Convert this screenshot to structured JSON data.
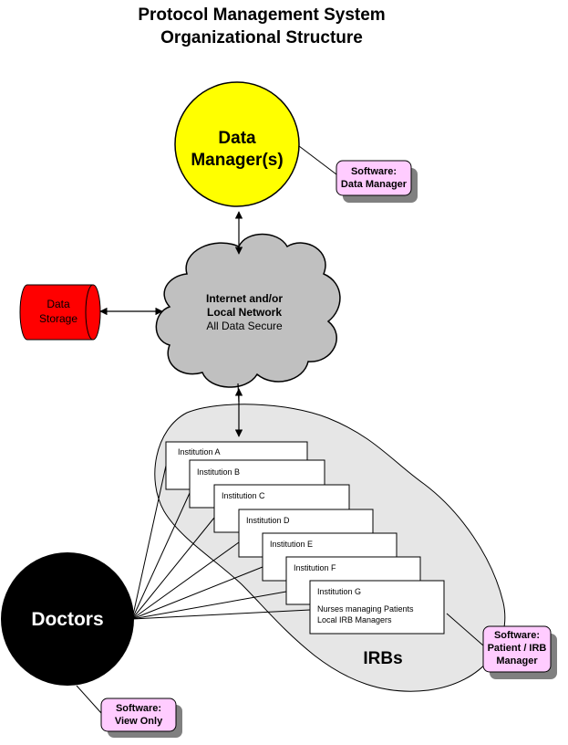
{
  "title": {
    "line1": "Protocol Management System",
    "line2": "Organizational Structure"
  },
  "data_manager": {
    "line1": "Data",
    "line2": "Manager(s)"
  },
  "network": {
    "line1": "Internet and/or",
    "line2": "Local Network",
    "line3": "All Data Secure"
  },
  "storage": {
    "line1": "Data",
    "line2": "Storage"
  },
  "doctors": {
    "label": "Doctors"
  },
  "irbs": {
    "label": "IRBs"
  },
  "institutions": [
    "Institution A",
    "Institution B",
    "Institution C",
    "Institution D",
    "Institution E",
    "Institution F",
    "Institution G"
  ],
  "institution_g_details": [
    "Nurses managing Patients",
    "Local IRB Managers"
  ],
  "notes": {
    "data_manager": [
      "Software:",
      "Data Manager"
    ],
    "irb": [
      "Software:",
      "Patient / IRB",
      "Manager"
    ],
    "doctors": [
      "Software:",
      "View Only"
    ]
  },
  "colors": {
    "data_manager_fill": "#ffff00",
    "storage_fill": "#ff0000",
    "network_fill": "#c0c0c0",
    "irb_region_fill": "#e6e6e6",
    "note_fill": "#ffccff",
    "note_shadow": "#808080",
    "doctors_fill": "#000000"
  }
}
